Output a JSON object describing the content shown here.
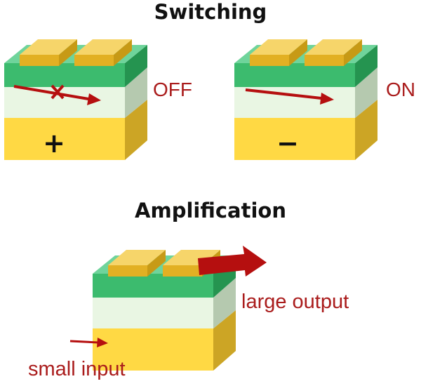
{
  "headings": {
    "switching": "Switching",
    "amplification": "Amplification"
  },
  "switching": {
    "off_label": "OFF",
    "on_label": "ON",
    "off_gate_sign": "+",
    "on_gate_sign": "−"
  },
  "amplification": {
    "output_label": "large output",
    "input_label": "small input"
  },
  "colors": {
    "label_red": "#aa1c1c",
    "arrow_red": "#b50f0f",
    "green_top": "#6fd49b",
    "green_front": "#3cbb6e",
    "green_side": "#259450",
    "light_front": "#e9f6e3",
    "light_side": "#b5c9af",
    "yellow_front": "#ffd944",
    "yellow_side": "#cca525",
    "contact_top": "#f6d56a",
    "contact_front": "#e2b023"
  }
}
